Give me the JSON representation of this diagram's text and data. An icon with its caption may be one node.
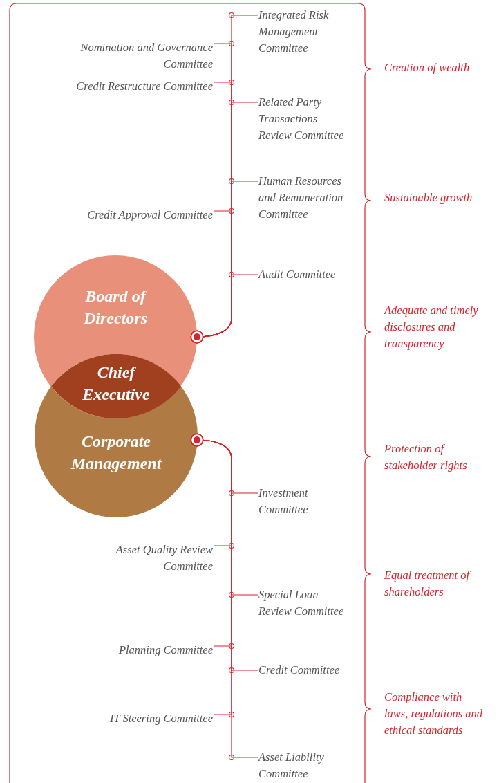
{
  "diagram": {
    "nodes": [
      {
        "text": [
          "Board of Directors"
        ]
      },
      {
        "text": [
          "Chief Executive"
        ]
      },
      {
        "text": [
          "Corporate Management"
        ]
      },
      {
        "text": [
          "Integrated Risk Management Committee"
        ]
      },
      {
        "text": [
          "Nomination and Governance Committee"
        ]
      },
      {
        "text": [
          "Credit Restructure Committee"
        ]
      },
      {
        "text": [
          "Related Party Transactions Review Committee"
        ]
      },
      {
        "text": [
          "Human Resources and Remuneration Committee"
        ]
      },
      {
        "text": [
          "Credit Approval Committee"
        ]
      },
      {
        "text": [
          "Audit Committee"
        ]
      },
      {
        "text": [
          "Investment Committee"
        ]
      },
      {
        "text": [
          "Asset Quality Review Committee"
        ]
      },
      {
        "text": [
          "Special Loan Review Committee"
        ]
      },
      {
        "text": [
          "Planning Committee"
        ]
      },
      {
        "text": [
          "Credit Committee"
        ]
      },
      {
        "text": [
          "IT Steering Committee"
        ]
      },
      {
        "text": [
          "Asset Liability Committee"
        ]
      }
    ],
    "edges": [
      {
        "from": 0,
        "to": 3,
        "arrow": "other"
      },
      {
        "from": 0,
        "to": 4,
        "arrow": "other"
      },
      {
        "from": 0,
        "to": 5,
        "arrow": "other"
      },
      {
        "from": 0,
        "to": 6,
        "arrow": "other"
      },
      {
        "from": 0,
        "to": 7,
        "arrow": "other"
      },
      {
        "from": 0,
        "to": 8,
        "arrow": "other"
      },
      {
        "from": 0,
        "to": 9,
        "arrow": "other"
      },
      {
        "from": 2,
        "to": 10,
        "arrow": "other"
      },
      {
        "from": 2,
        "to": 11,
        "arrow": "other"
      },
      {
        "from": 2,
        "to": 12,
        "arrow": "other"
      },
      {
        "from": 2,
        "to": 13,
        "arrow": "other"
      },
      {
        "from": 2,
        "to": 14,
        "arrow": "other"
      },
      {
        "from": 2,
        "to": 15,
        "arrow": "other"
      },
      {
        "from": 2,
        "to": 16,
        "arrow": "other"
      }
    ],
    "labels": [
      "Creation of wealth",
      "Sustainable growth",
      "Adequate and timely disclosures and transparency",
      "Protection of stakeholder rights",
      "Equal treatment of shareholders",
      "Compliance with laws, regulations and ethical standards"
    ]
  }
}
